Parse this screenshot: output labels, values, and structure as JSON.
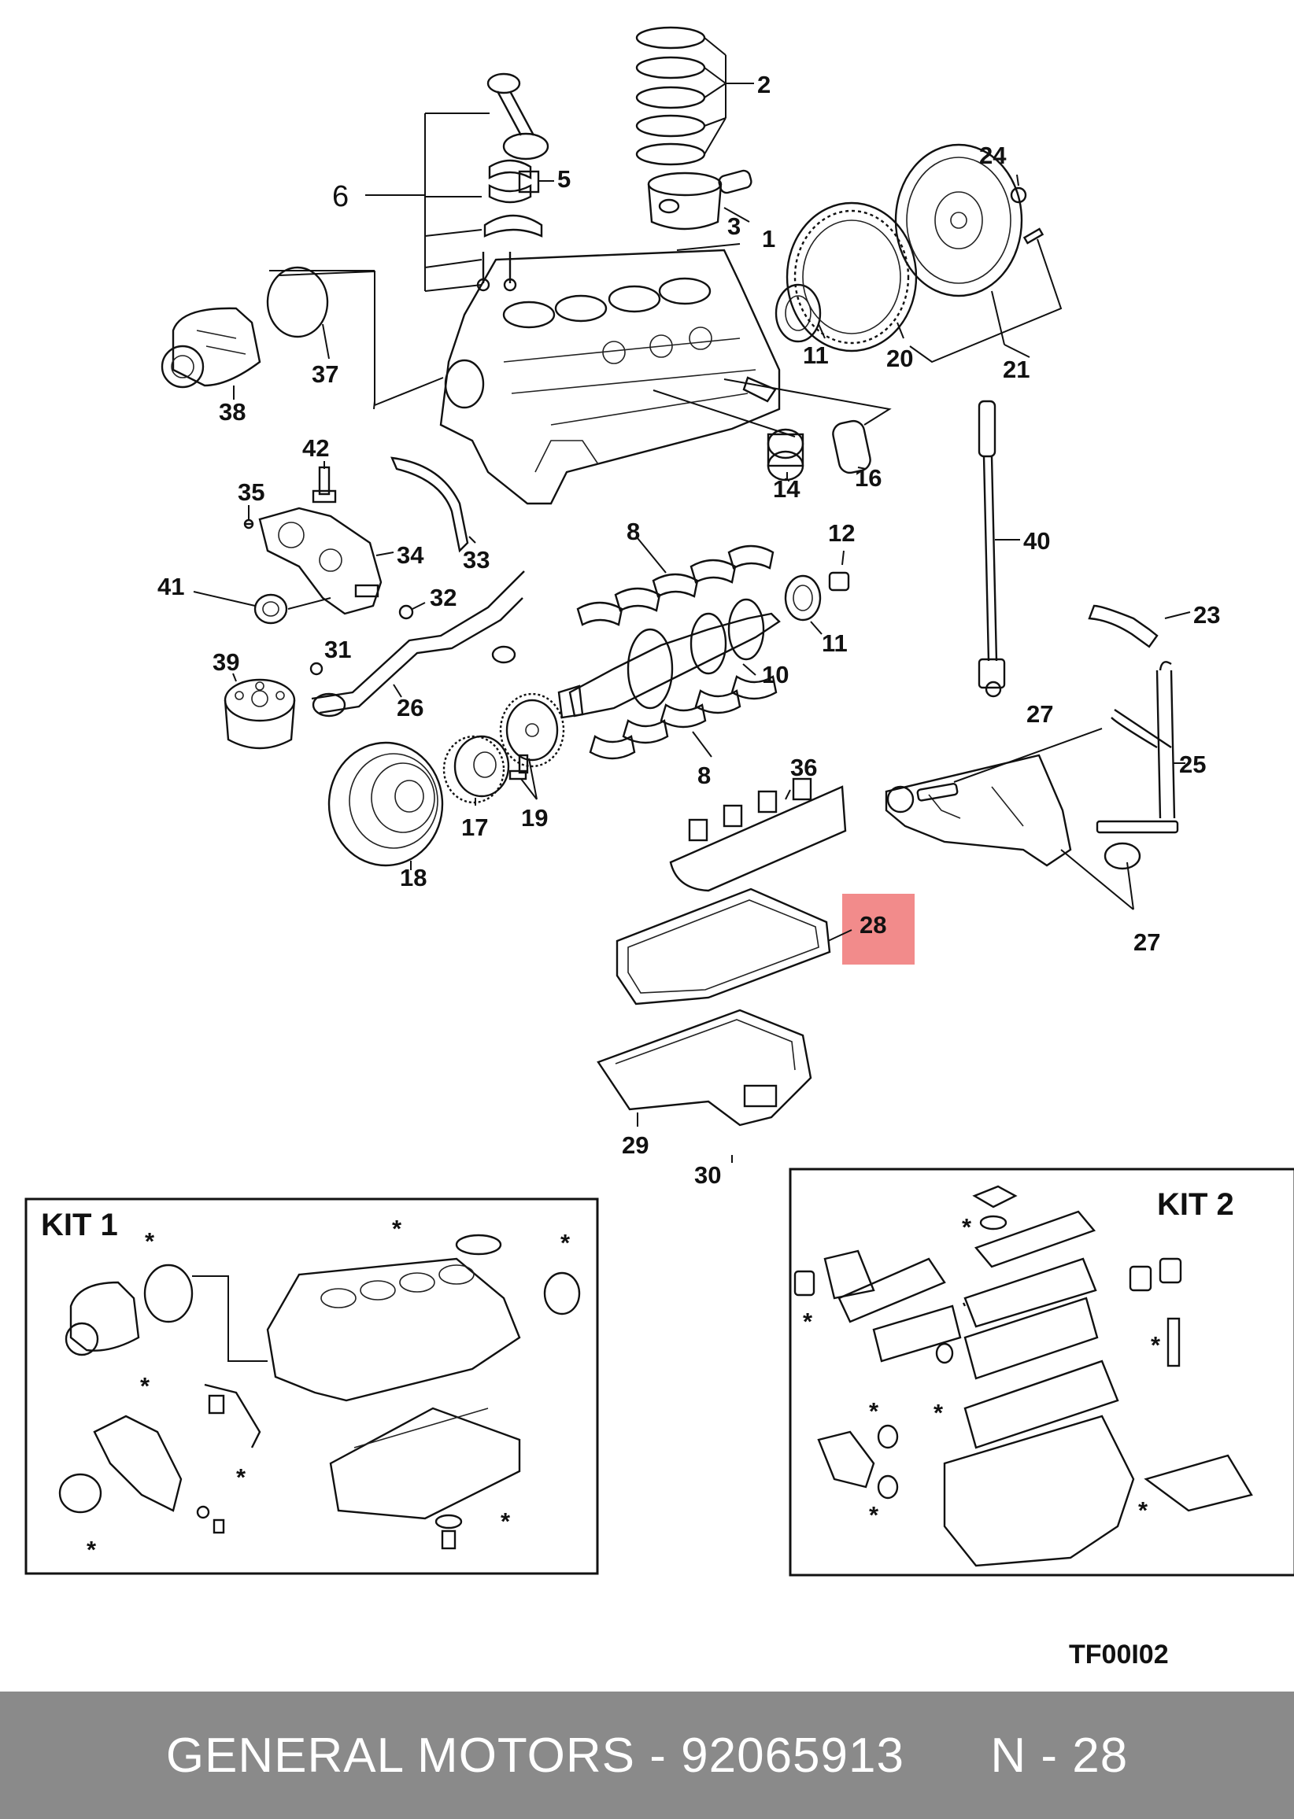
{
  "callouts": {
    "c1": "1",
    "c2": "2",
    "c3": "3",
    "c5": "5",
    "c6": "6",
    "c8a": "8",
    "c8b": "8",
    "c10": "10",
    "c11a": "11",
    "c11b": "11",
    "c12": "12",
    "c14": "14",
    "c16": "16",
    "c17": "17",
    "c18": "18",
    "c19": "19",
    "c20": "20",
    "c21": "21",
    "c23": "23",
    "c24": "24",
    "c25": "25",
    "c26": "26",
    "c27a": "27",
    "c27b": "27",
    "c28": "28",
    "c29": "29",
    "c30": "30",
    "c31": "31",
    "c32": "32",
    "c33": "33",
    "c34": "34",
    "c35": "35",
    "c36": "36",
    "c37": "37",
    "c38": "38",
    "c39": "39",
    "c40": "40",
    "c41": "41",
    "c42": "42"
  },
  "highlight_color": "#f28b8b",
  "kits": {
    "kit1_title": "KIT 1",
    "kit2_title": "KIT 2"
  },
  "kit_marker": "*",
  "diagram_code": "TF00I02",
  "footer": {
    "text": "GENERAL MOTORS - 92065913      N - 28"
  }
}
